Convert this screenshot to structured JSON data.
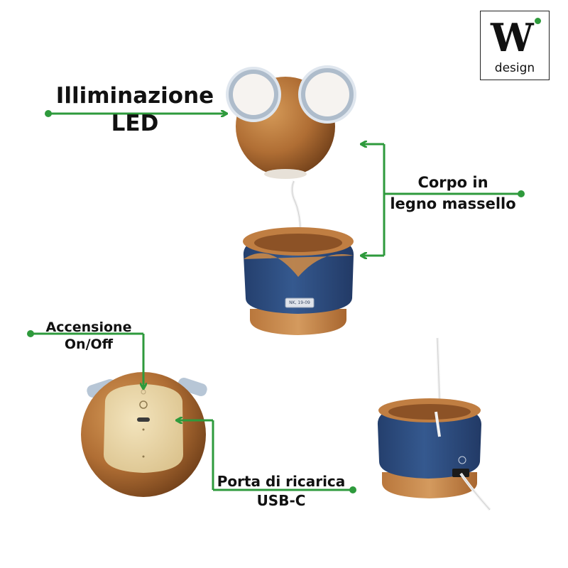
{
  "logo": {
    "letter": "W",
    "text": "design",
    "dot_color": "#2e9a3c"
  },
  "labels": {
    "led_line1": "Illiminazione",
    "led_line2": "LED",
    "body_line1": "Corpo in",
    "body_line2": "legno massello",
    "switch_line1": "Accensione",
    "switch_line2": "On/Off",
    "port_line1": "Porta di ricarica",
    "port_line2": "USB-C"
  },
  "product": {
    "base_tag": "NK, 19-09"
  },
  "colors": {
    "arrow_green": "#2e9a3c",
    "wood": "#b06e34",
    "wood_dark": "#7a451c",
    "navy": "#2d4d82",
    "lens_white": "#f6f3f0",
    "metal_ring": "#b7c6d6",
    "panel_beige": "#ead6a6"
  }
}
